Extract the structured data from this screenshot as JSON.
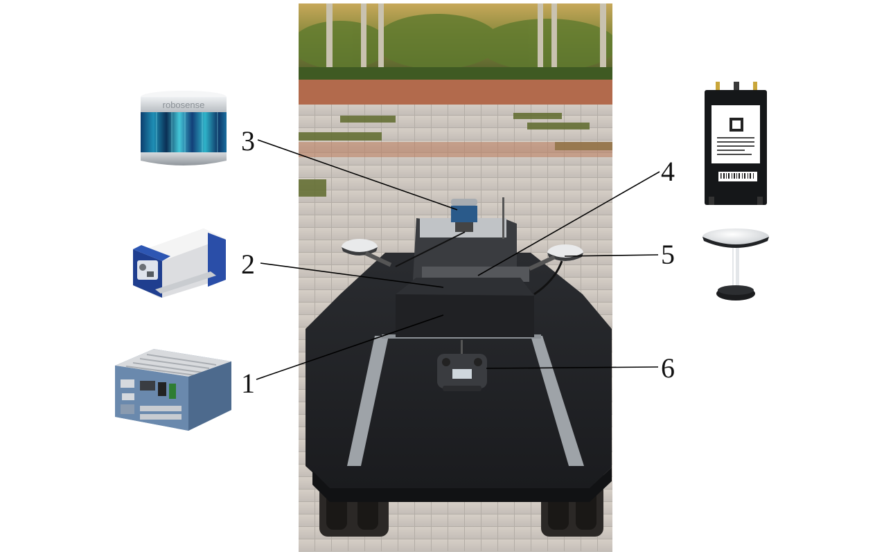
{
  "lidar": {
    "brand": "robosense"
  },
  "callouts": [
    "1",
    "2",
    "3",
    "4",
    "5",
    "6"
  ],
  "colors": {
    "background": "#ffffff",
    "robot_body": "#1e1f22",
    "rail": "#9a9ea3",
    "paving": "#cfcac4",
    "foliage": "#6d7a3a"
  },
  "icons": [
    "lidar-icon",
    "gnss-receiver-icon",
    "industrial-pc-icon",
    "router-icon",
    "gnss-antenna-icon",
    "robot-platform-photo",
    "remote-controller-icon"
  ]
}
